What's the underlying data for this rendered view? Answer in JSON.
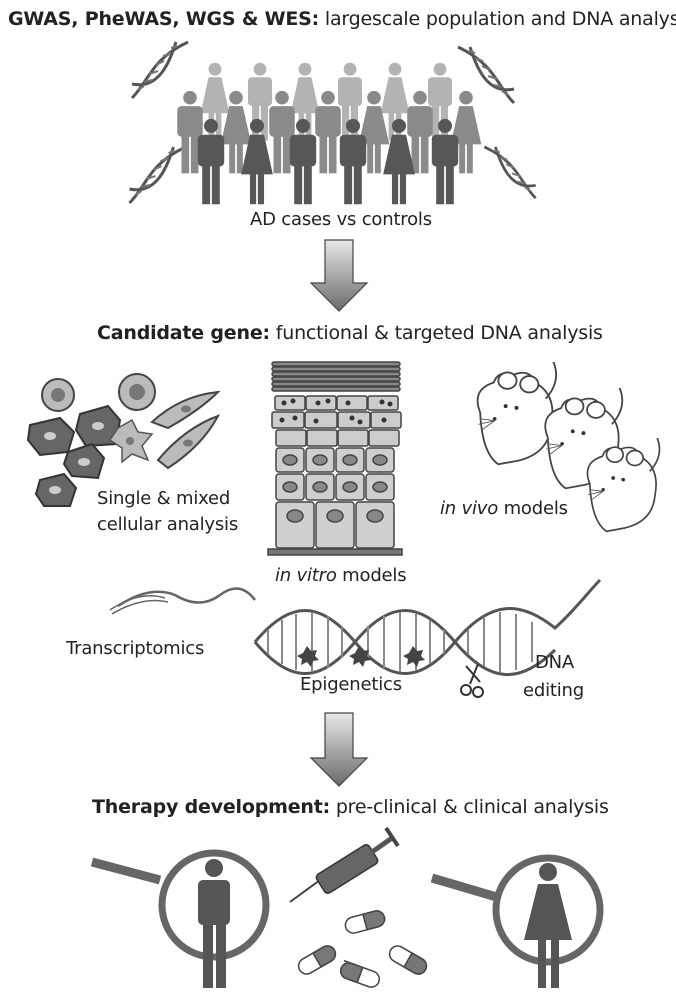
{
  "section1": {
    "heading_bold": "GWAS, PheWAS, WGS & WES:",
    "heading_rest": " largescale population and DNA analysis",
    "caption": "AD cases vs controls"
  },
  "section2": {
    "heading_bold": "Candidate gene:",
    "heading_rest": " functional & targeted DNA analysis",
    "cells_line1": "Single & mixed",
    "cells_line2": "cellular analysis",
    "invitro_italic": "in vitro",
    "invitro_rest": " models",
    "invivo_italic": "in vivo",
    "invivo_rest": " models",
    "transcriptomics": "Transcriptomics",
    "epigenetics": "Epigenetics",
    "dna_line1": "DNA",
    "dna_line2": "editing"
  },
  "section3": {
    "heading_bold": "Therapy development:",
    "heading_rest": " pre-clinical & clinical analysis"
  },
  "colors": {
    "dark": "#555555",
    "mid": "#7d7d7d",
    "light": "#b3b3b3"
  }
}
